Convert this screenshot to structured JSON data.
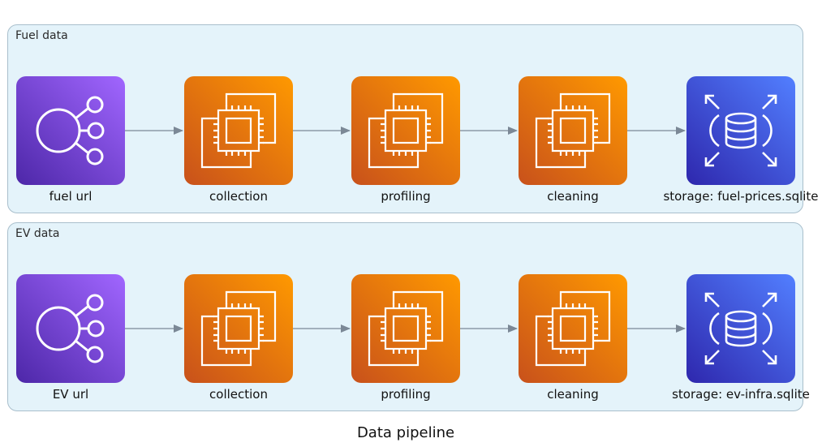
{
  "diagram": {
    "title": "Data pipeline",
    "clusters": [
      {
        "label": "Fuel data",
        "nodes": [
          {
            "label": "fuel url",
            "kind": "source",
            "icon": "endpoint-icon"
          },
          {
            "label": "collection",
            "kind": "process",
            "icon": "compute-icon"
          },
          {
            "label": "profiling",
            "kind": "process",
            "icon": "compute-icon"
          },
          {
            "label": "cleaning",
            "kind": "process",
            "icon": "compute-icon"
          },
          {
            "label": "storage: fuel-prices.sqlite",
            "kind": "storage",
            "icon": "database-icon"
          }
        ]
      },
      {
        "label": "EV data",
        "nodes": [
          {
            "label": "EV url",
            "kind": "source",
            "icon": "endpoint-icon"
          },
          {
            "label": "collection",
            "kind": "process",
            "icon": "compute-icon"
          },
          {
            "label": "profiling",
            "kind": "process",
            "icon": "compute-icon"
          },
          {
            "label": "cleaning",
            "kind": "process",
            "icon": "compute-icon"
          },
          {
            "label": "storage: ev-infra.sqlite",
            "kind": "storage",
            "icon": "database-icon"
          }
        ]
      }
    ],
    "colors": {
      "source": "#8c4fff",
      "process": "#ed7100",
      "storage": "#3b48cc",
      "cluster_bg": "#e4f3fa",
      "edge": "#7b8896"
    }
  }
}
